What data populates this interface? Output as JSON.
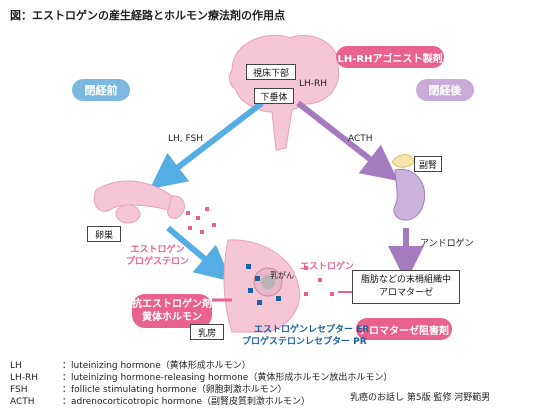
{
  "title": "図：エストロゲンの産生経路とホルモン療法剤の作用点",
  "labels": {
    "hypothalamus": "視床下部",
    "lh_rh": "LH-RH",
    "pituitary": "下垂体",
    "lh_rh_agonist": "LH-RHアゴニスト製剤",
    "premenopause": "閉経前",
    "postmenopause": "閉経後",
    "lh_fsh": "LH, FSH",
    "acth": "ACTH",
    "adrenal": "副腎",
    "ovary": "卵巣",
    "androgen": "アンドロゲン",
    "estrogen_progesterone_1": "エストロゲン",
    "estrogen_progesterone_2": "プロゲステロン",
    "estrogen": "エストロゲン",
    "cancer": "乳がん",
    "breast": "乳房",
    "fat_tissue_1": "脂肪などの末梢組織中",
    "fat_tissue_2": "アロマターゼ",
    "anti_estrogen_1": "抗エストロゲン剤",
    "anti_estrogen_2": "黄体ホルモン",
    "aromatase_inhibitor": "アロマターゼ阻害剤",
    "er": "エストロゲンレセプター ER",
    "pr": "プロゲステロンレセプター PR"
  },
  "glossary": [
    {
      "abbr": "LH",
      "text": "：luteinizing hormone（黄体形成ホルモン）"
    },
    {
      "abbr": "LH-RH",
      "text": "：luteinizing hormone-releasing hormone（黄体形成ホルモン放出ホルモン）"
    },
    {
      "abbr": "FSH",
      "text": "：follicle stimulating hormone（卵胞刺激ホルモン）"
    },
    {
      "abbr": "ACTH",
      "text": "：adrenocorticotropic hormone（副腎皮質刺激ホルモン）"
    }
  ],
  "source": "乳癌のお話し 第5版 監修 河野範男",
  "colors": {
    "blue_arrow": "#55aee3",
    "purple_arrow": "#a57bbd",
    "pink": "#e8618f",
    "pink_light": "#f4c6d6",
    "lavender": "#c9b3dc",
    "dark_blue": "#1b5f9e"
  }
}
